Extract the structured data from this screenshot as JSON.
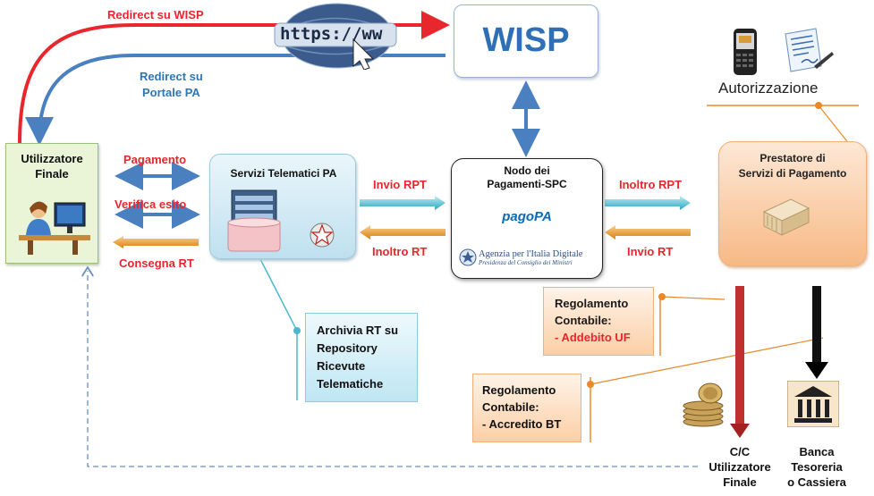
{
  "top": {
    "redirect_wisp": "Redirect su WISP",
    "redirect_pa_line1": "Redirect  su",
    "redirect_pa_line2": "Portale PA",
    "url_text": "https://ww",
    "wisp": "WISP",
    "autorizzazione": "Autorizzazione"
  },
  "utilizzatore": {
    "line1": "Utilizzatore",
    "line2": "Finale"
  },
  "left_arrows": {
    "pagamento": "Pagamento",
    "verifica": "Verifica esito",
    "consegna": "Consegna RT"
  },
  "servizi": {
    "title": "Servizi Telematici PA"
  },
  "archivia": {
    "line1": "Archivia RT su",
    "line2": "Repository",
    "line3": "Ricevute",
    "line4": "Telematiche"
  },
  "middle_arrows": {
    "invio_rpt": "Invio RPT",
    "inoltro_rt": "Inoltro RT"
  },
  "nodo": {
    "line1": "Nodo dei",
    "line2": "Pagamenti-SPC",
    "pagopa": "pagoPA",
    "agenzia1": "Agenzia per l'Italia Digitale",
    "agenzia2": "Presidenza del Consiglio dei Ministri"
  },
  "right_arrows": {
    "inoltro_rpt": "Inoltro RPT",
    "invio_rt": "Invio RT"
  },
  "prestatore": {
    "line1": "Prestatore di",
    "line2": "Servizi di Pagamento"
  },
  "regolamento1": {
    "line1": "Regolamento",
    "line2": "Contabile:",
    "line3": "- Addebito UF"
  },
  "regolamento2": {
    "line1": "Regolamento",
    "line2": "Contabile:",
    "line3": "- Accredito BT"
  },
  "cc": {
    "line1": "C/C",
    "line2": "Utilizzatore",
    "line3": "Finale"
  },
  "banca": {
    "line1": "Banca",
    "line2": "Tesoreria",
    "line3": "o Cassiera"
  },
  "colors": {
    "red": "#e8262d",
    "blue": "#2e75b6",
    "cyan": "#4bc3d6",
    "orange": "#e88a2a",
    "green_box": "#eaf5d8",
    "orange_box": "#fcd9bd"
  }
}
